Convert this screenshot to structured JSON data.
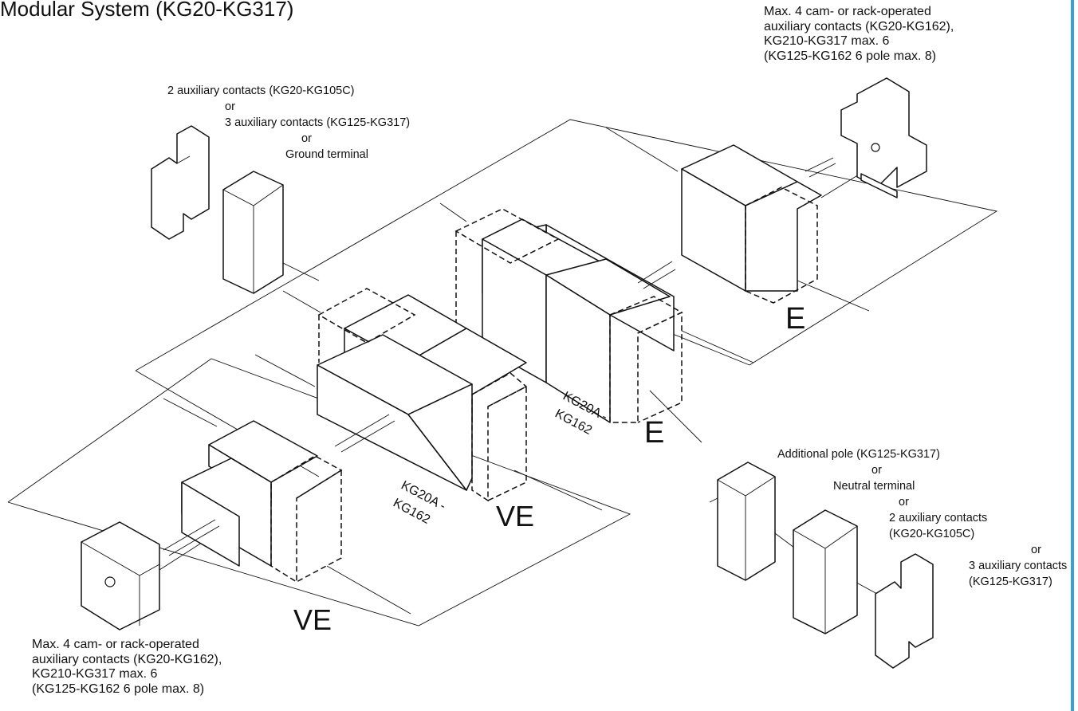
{
  "title": "Modular System (KG20-KG317)",
  "labels": {
    "top_right": [
      "Max. 4 cam- or rack-operated",
      "auxiliary contacts (KG20-KG162),",
      "KG210-KG317 max. 6",
      "(KG125-KG162 6 pole max. 8)"
    ],
    "top_left": [
      "2 auxiliary contacts (KG20-KG105C)",
      "or",
      "3 auxiliary contacts (KG125-KG317)",
      "or",
      "Ground terminal"
    ],
    "right_mid": [
      "Additional pole (KG125-KG317)",
      "or",
      "Neutral terminal",
      "or",
      "2 auxiliary contacts",
      "(KG20-KG105C)",
      "or",
      "3 auxiliary contacts",
      "(KG125-KG317)"
    ],
    "bottom_left": [
      "Max. 4 cam- or rack-operated",
      "auxiliary contacts (KG20-KG162),",
      "KG210-KG317 max. 6",
      "(KG125-KG162 6 pole max. 8)"
    ]
  },
  "tags": {
    "e_top": "E",
    "e_mid": "E",
    "ve_mid": "VE",
    "ve_bottom": "VE",
    "range_upper": [
      "KG20A -",
      "KG162"
    ],
    "range_lower": [
      "KG20A -",
      "KG162"
    ]
  },
  "colors": {
    "line": "#111111",
    "accent_rule": "#3aa0d8"
  }
}
